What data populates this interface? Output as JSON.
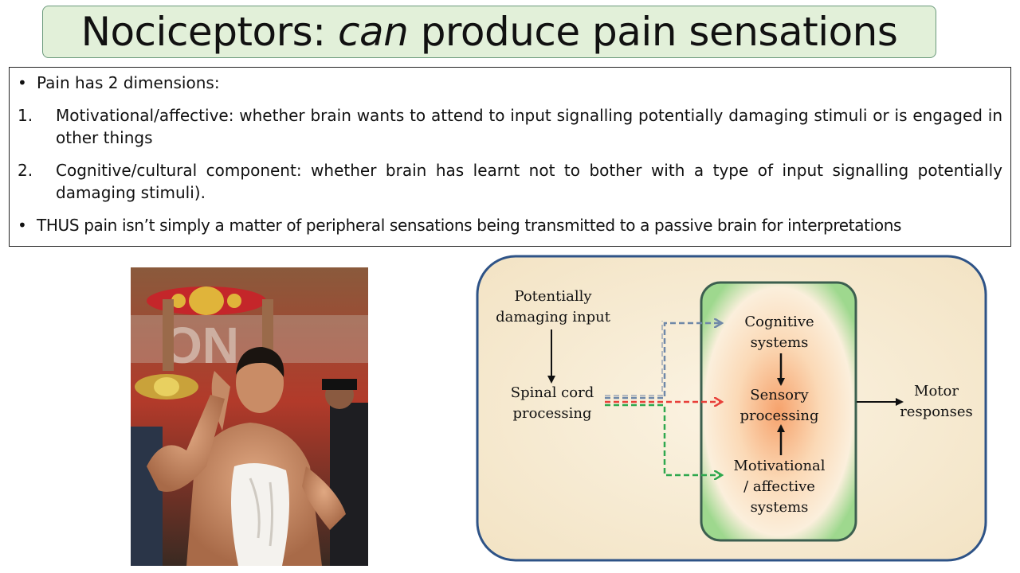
{
  "slide": {
    "title_pre": "Nociceptors: ",
    "title_em": "can",
    "title_post": " produce pain sensations"
  },
  "bullets": {
    "b1": "Pain has 2 dimensions:",
    "n1_marker": "1.",
    "n1": "Motivational/affective: whether brain wants to attend to input signalling potentially damaging stimuli or is engaged in other things",
    "n2_marker": "2.",
    "n2": "Cognitive/cultural component: whether brain has learnt not to bother with a type of input signalling potentially damaging stimuli).",
    "b2": "THUS pain isn’t simply a matter of peripheral sensations being transmitted to a passive brain for interpretations",
    "bullet_char": "•"
  },
  "diagram": {
    "input_l1": "Potentially",
    "input_l2": "damaging input",
    "spinal_l1": "Spinal cord",
    "spinal_l2": "processing",
    "cog_l1": "Cognitive",
    "cog_l2": "systems",
    "sens_l1": "Sensory",
    "sens_l2": "processing",
    "mot_l1": "Motivational",
    "mot_l2": "/ affective",
    "mot_l3": "systems",
    "motor_l1": "Motor",
    "motor_l2": "responses",
    "colors": {
      "background": "#f8ecd4",
      "border": "#2e5387",
      "inner_border": "#3c5f4f",
      "cognitive_arrow": "#6f88a8",
      "sensory_arrow": "#e8403a",
      "motivational_arrow": "#2ea84e"
    }
  },
  "photo": {
    "icon": "boxer-photo"
  }
}
